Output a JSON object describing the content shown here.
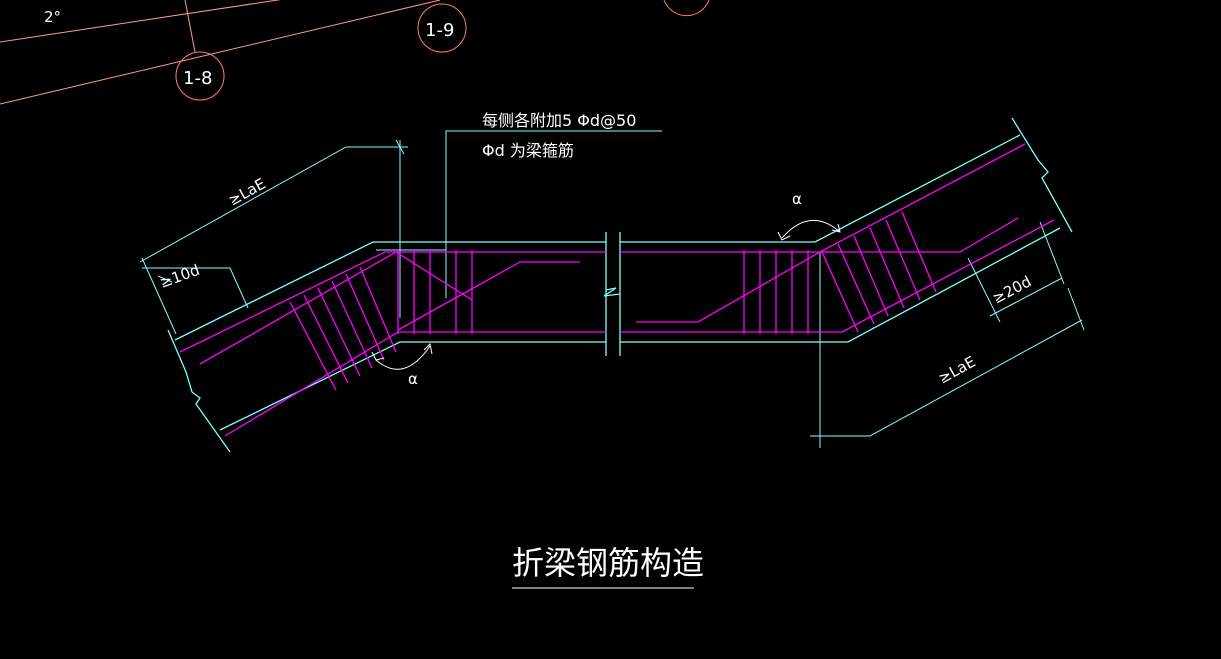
{
  "drawing": {
    "title": "折梁钢筋构造",
    "note_line1": "每侧各附加5 Φd@50",
    "note_line2": "Φd 为梁箍筋",
    "angle_top_left": "2°",
    "axis_18": "1-8",
    "axis_19": "1-9",
    "dim_left_anchor": "≥LaE",
    "dim_left_10d": "≥10d",
    "dim_right_20d": "≥20d",
    "dim_right_anchor": "≥LaE",
    "angle_alpha_top": "α",
    "angle_alpha_bottom": "α"
  },
  "colors": {
    "background": "#000000",
    "outline": "#7fffff",
    "rebar": "#ff00ff",
    "text": "#ffffff",
    "axis_bubble": "#ff7f5f"
  }
}
